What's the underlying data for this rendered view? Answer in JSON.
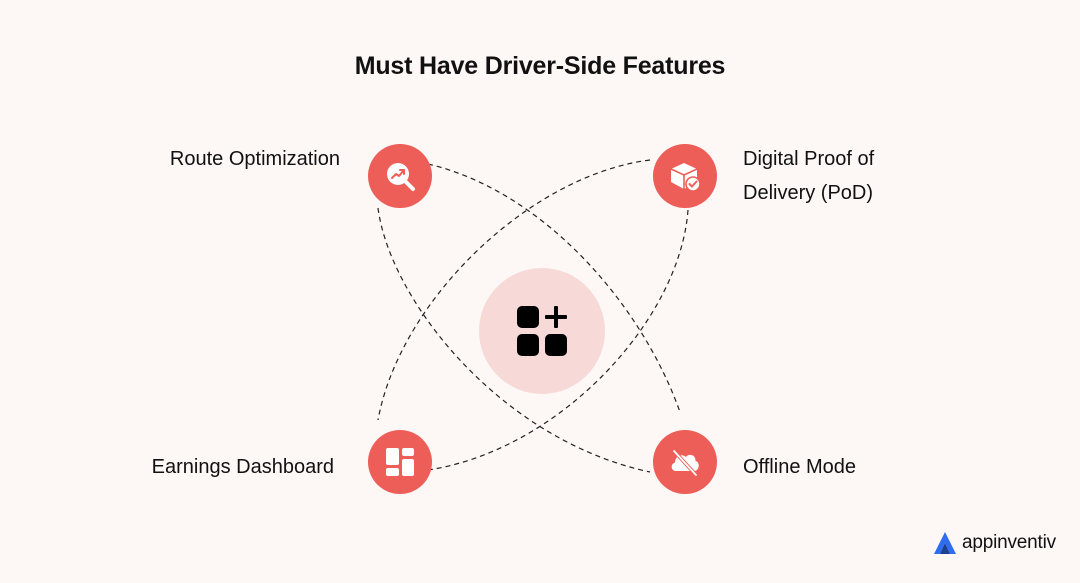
{
  "title": "Must Have Driver-Side Features",
  "features": {
    "route_optimization": {
      "label": "Route Optimization",
      "icon": "route-search-icon"
    },
    "proof_of_delivery": {
      "label_line1": "Digital Proof of",
      "label_line2": "Delivery (PoD)",
      "icon": "package-check-icon"
    },
    "earnings_dashboard": {
      "label": "Earnings Dashboard",
      "icon": "dashboard-grid-icon"
    },
    "offline_mode": {
      "label": "Offline Mode",
      "icon": "cloud-off-icon"
    }
  },
  "hub": {
    "icon": "apps-add-icon"
  },
  "brand": {
    "name": "appinventiv",
    "icon": "appinventiv-logo-icon"
  },
  "colors": {
    "background": "#fdf7f6",
    "node": "#ee5e58",
    "hub": "#f7dad8",
    "text": "#111111",
    "brand_blue": "#2f6df0"
  }
}
